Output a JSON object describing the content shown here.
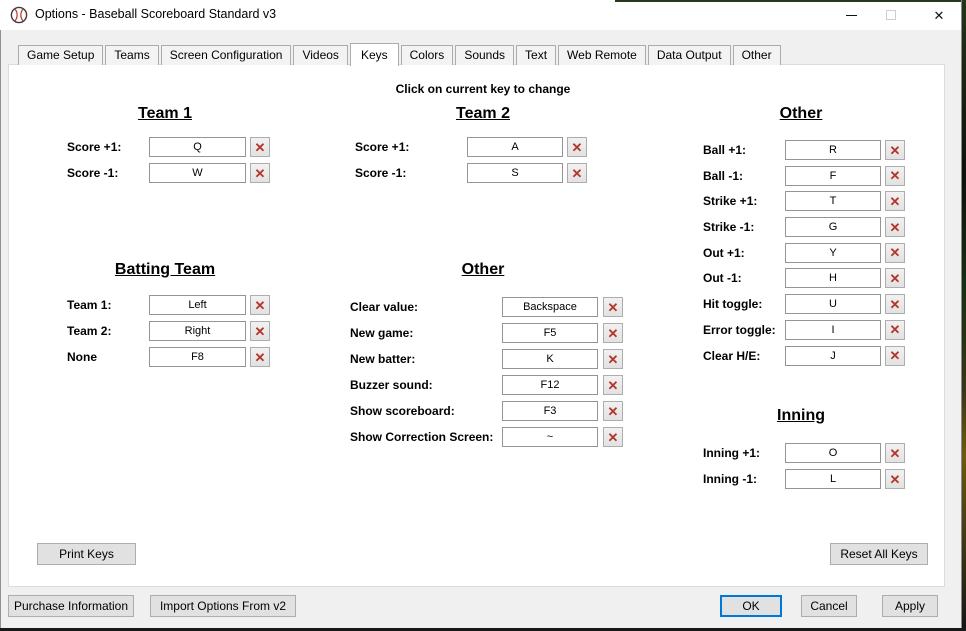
{
  "window": {
    "title": "Options - Baseball Scoreboard Standard v3"
  },
  "tabs": {
    "items": [
      "Game Setup",
      "Teams",
      "Screen Configuration",
      "Videos",
      "Keys",
      "Colors",
      "Sounds",
      "Text",
      "Web Remote",
      "Data Output",
      "Other"
    ],
    "active": "Keys"
  },
  "instruction": "Click on current key to change",
  "sections": {
    "team1": {
      "title": "Team 1",
      "rows": [
        {
          "label": "Score +1:",
          "key": "Q"
        },
        {
          "label": "Score -1:",
          "key": "W"
        }
      ]
    },
    "team2": {
      "title": "Team 2",
      "rows": [
        {
          "label": "Score +1:",
          "key": "A"
        },
        {
          "label": "Score -1:",
          "key": "S"
        }
      ]
    },
    "counts": {
      "title": "Other",
      "rows": [
        {
          "label": "Ball +1:",
          "key": "R"
        },
        {
          "label": "Ball -1:",
          "key": "F"
        },
        {
          "label": "Strike +1:",
          "key": "T"
        },
        {
          "label": "Strike -1:",
          "key": "G"
        },
        {
          "label": "Out +1:",
          "key": "Y"
        },
        {
          "label": "Out -1:",
          "key": "H"
        },
        {
          "label": "Hit toggle:",
          "key": "U"
        },
        {
          "label": "Error toggle:",
          "key": "I"
        },
        {
          "label": "Clear H/E:",
          "key": "J"
        }
      ]
    },
    "batting": {
      "title": "Batting Team",
      "rows": [
        {
          "label": "Team 1:",
          "key": "Left"
        },
        {
          "label": "Team 2:",
          "key": "Right"
        },
        {
          "label": "None",
          "key": "F8"
        }
      ]
    },
    "general": {
      "title": "Other",
      "rows": [
        {
          "label": "Clear value:",
          "key": "Backspace"
        },
        {
          "label": "New game:",
          "key": "F5"
        },
        {
          "label": "New batter:",
          "key": "K"
        },
        {
          "label": "Buzzer sound:",
          "key": "F12"
        },
        {
          "label": "Show scoreboard:",
          "key": "F3"
        },
        {
          "label": "Show Correction Screen:",
          "key": "~"
        }
      ]
    },
    "inning": {
      "title": "Inning",
      "rows": [
        {
          "label": "Inning +1:",
          "key": "O"
        },
        {
          "label": "Inning -1:",
          "key": "L"
        }
      ]
    }
  },
  "buttons": {
    "print_keys": "Print Keys",
    "reset_all_keys": "Reset All Keys",
    "purchase_information": "Purchase Information",
    "import_options": "Import Options From v2",
    "ok": "OK",
    "cancel": "Cancel",
    "apply": "Apply"
  },
  "titlebar": {
    "close_glyph": "✕"
  },
  "colors": {
    "accent_blue": "#0078d7",
    "clear_x_red": "#b5342a"
  }
}
